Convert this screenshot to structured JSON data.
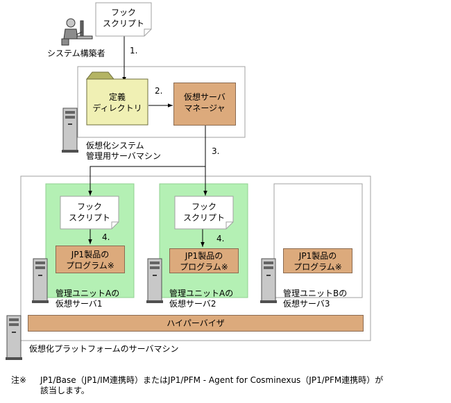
{
  "hook_script_label": "フック\nスクリプト",
  "builder_label": "システム構築者",
  "steps": {
    "s1": "1.",
    "s2": "2.",
    "s3": "3.",
    "s4a": "4.",
    "s4b": "4."
  },
  "definition_dir_label": "定義\nディレクトリ",
  "vs_manager_label": "仮想サーバ\nマネージャ",
  "mgmt_machine_label": "仮想化システム\n管理用サーバマシン",
  "program_label": "JP1製品の\nプログラム※",
  "vm1_label": "管理ユニットAの\n仮想サーバ1",
  "vm2_label": "管理ユニットAの\n仮想サーバ2",
  "vm3_label": "管理ユニットBの\n仮想サーバ3",
  "hypervisor_label": "ハイパーバイザ",
  "platform_label": "仮想化プラットフォームのサーバマシン",
  "note": {
    "mark": "注※",
    "line1": "JP1/Base（JP1/IM連携時）またはJP1/PFM - Agent for Cosminexus（JP1/PFM連携時）が",
    "line2": "該当します。"
  },
  "colors": {
    "orange": "#dcaa7c",
    "green": "#b4f0b4",
    "folder": "#f0f0b4",
    "tab": "#b4b464"
  }
}
